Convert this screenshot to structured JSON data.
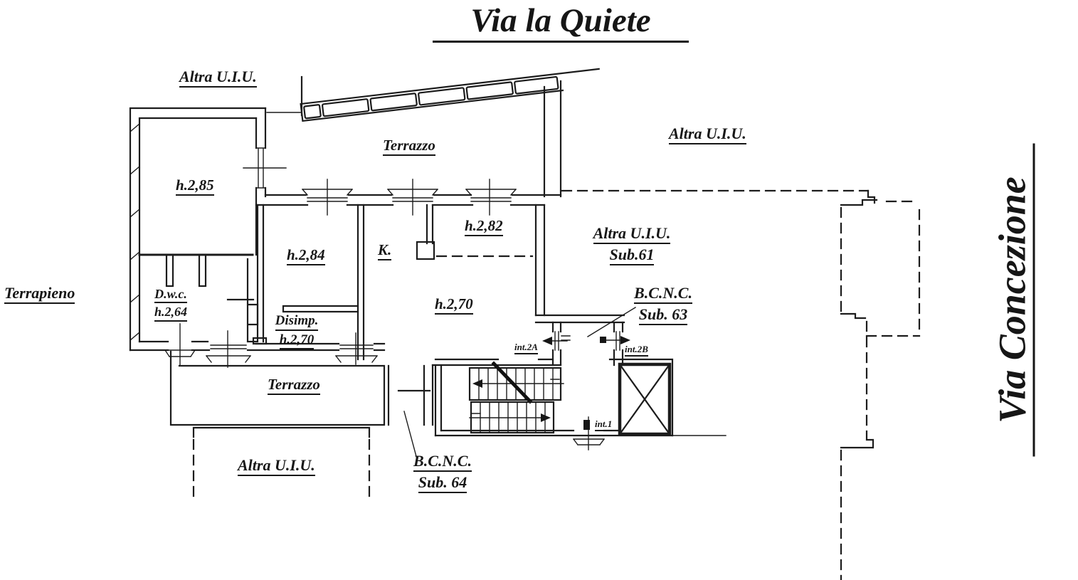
{
  "title": "Via la Quiete",
  "streets": {
    "right_street": "Via Concezione"
  },
  "site": {
    "terrapieno": "Terrapieno"
  },
  "neighbors": {
    "top_left": "Altra U.I.U.",
    "top_right": "Altra U.I.U.",
    "bottom": "Altra U.I.U.",
    "sub61": {
      "line1": "Altra U.I.U.",
      "line2": "Sub.61"
    }
  },
  "rooms": {
    "terrace_upper": "Terrazzo",
    "terrace_lower": "Terrazzo",
    "h285": "h.2,85",
    "h284": "h.2,84",
    "h282": "h.2,82",
    "h270": "h.2,70",
    "kitchen": "K.",
    "wc": {
      "line1": "D.w.c.",
      "line2": "h.2,64"
    },
    "hallway": {
      "line1": "Disimp.",
      "line2": "h.2,70"
    }
  },
  "common_areas": {
    "bcnc63": {
      "line1": "B.C.N.C.",
      "line2": "Sub. 63"
    },
    "bcnc64": {
      "line1": "B.C.N.C.",
      "line2": "Sub. 64"
    }
  },
  "entrances": {
    "int2a": "int.2A",
    "int2b": "int.2B",
    "int1": "int.1"
  },
  "colors": {
    "ink": "#1c1c1c",
    "paper": "#ffffff"
  }
}
